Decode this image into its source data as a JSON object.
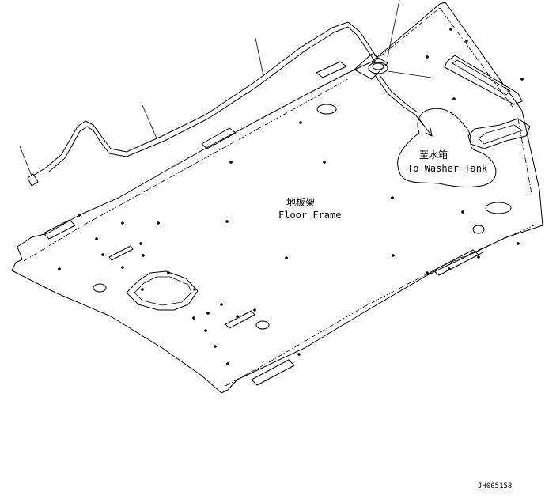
{
  "labels": {
    "washer_tank_cn": "至水箱",
    "washer_tank_en": "To Washer Tank",
    "floor_frame_cn": "地板架",
    "floor_frame_en": "Floor Frame"
  },
  "drawing_code": "JH005158"
}
